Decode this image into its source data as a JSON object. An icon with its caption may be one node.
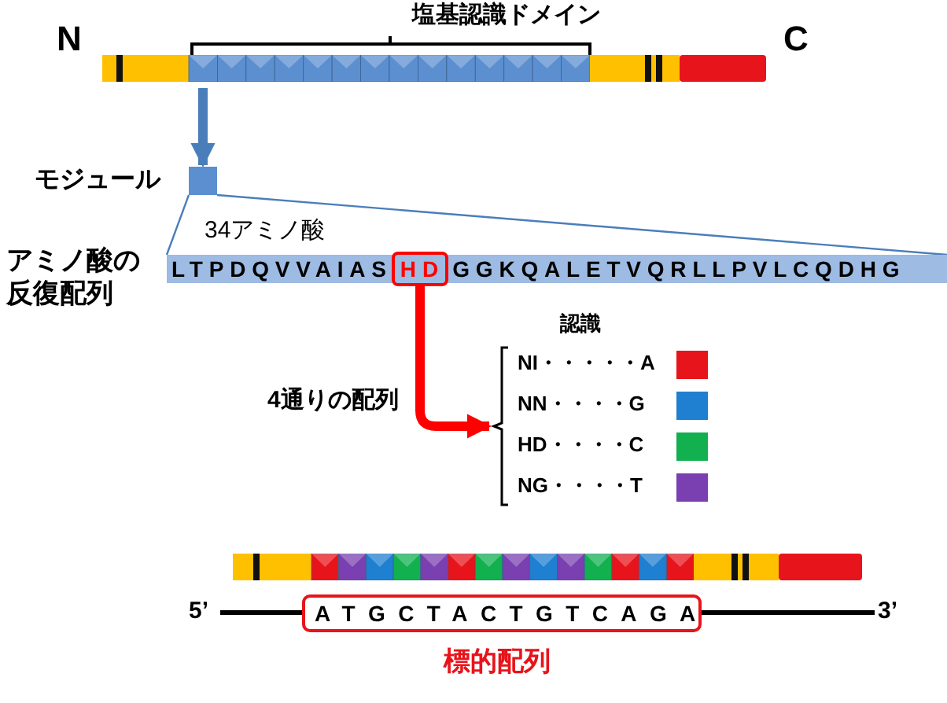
{
  "diagram": {
    "title": "塩基認識ドメイン",
    "nodes": [
      {
        "text": [],
        "shape": "bar"
      },
      {
        "text": [],
        "shape": "box",
        "beside": [
          "モジュール"
        ]
      },
      {
        "text": [
          "LTPDQVVAIAS",
          "GGKQALETVQRLLPVLCQDHG"
        ]
      },
      {
        "text": [
          "HD"
        ],
        "in": 2
      },
      {
        "text": [],
        "shape": "bracket"
      },
      {
        "text": [
          "ATGCTACTGTCAGA"
        ],
        "beside": [
          "標的配列"
        ]
      }
    ],
    "edges": [
      {
        "from": 0,
        "to": 1,
        "arrow": "to",
        "style": "thick"
      },
      {
        "from": 1,
        "to": 2,
        "arrow": "none"
      },
      {
        "from": 1,
        "to": 2,
        "arrow": "none"
      },
      {
        "from": 3,
        "to": 4,
        "arrow": "to",
        "label": "4通りの配列",
        "style": "thick",
        "color": "#ff0000"
      }
    ],
    "labels": [
      "N",
      "C",
      "34アミノ酸",
      "アミノ酸の反復配列",
      "認識",
      "5’",
      "3’"
    ],
    "legend": [
      {
        "text": "NI・・・・・A",
        "color": "#e8141b"
      },
      {
        "text": "NN・・・・G",
        "color": "#1f7fd0"
      },
      {
        "text": "HD・・・・C",
        "color": "#12b04f"
      },
      {
        "text": "NG・・・・T",
        "color": "#7a3fb0"
      }
    ]
  }
}
